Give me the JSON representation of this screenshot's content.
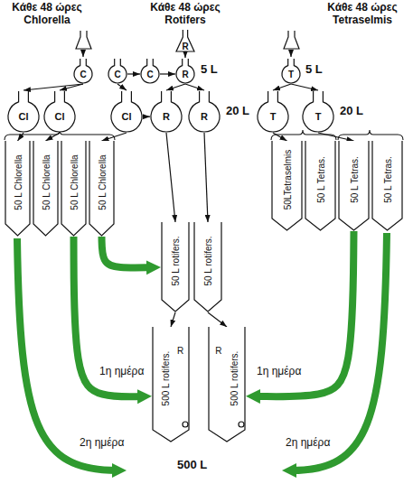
{
  "diagram": {
    "nodes": [
      {
        "text": [
          "R"
        ]
      },
      {
        "text": [
          "C"
        ]
      },
      {
        "text": [
          "C"
        ]
      },
      {
        "text": [
          "C"
        ]
      },
      {
        "text": [
          "R"
        ]
      },
      {
        "text": [
          "T"
        ]
      },
      {
        "text": [
          "Cl"
        ]
      },
      {
        "text": [
          "Cl"
        ]
      },
      {
        "text": [
          "Cl"
        ]
      },
      {
        "text": [
          "R"
        ]
      },
      {
        "text": [
          "R"
        ]
      },
      {
        "text": [
          "T"
        ]
      },
      {
        "text": [
          "T"
        ]
      },
      {
        "text": [
          "50 L Chlorella"
        ]
      },
      {
        "text": [
          "50 L Chlorella"
        ]
      },
      {
        "text": [
          "50 L Chlorella"
        ]
      },
      {
        "text": [
          "50 L Chlorella"
        ]
      },
      {
        "text": [
          "50LTetraselmis"
        ]
      },
      {
        "text": [
          "50 L Tetras."
        ]
      },
      {
        "text": [
          "50 L Tetras."
        ]
      },
      {
        "text": [
          "50 L Tetras."
        ]
      },
      {
        "text": [
          "50 L rotifers."
        ]
      },
      {
        "text": [
          "50 L rotifers."
        ]
      },
      {
        "text": [
          "500 L rotifers.",
          "R"
        ]
      },
      {
        "text": [
          "R",
          "500 L rotifers."
        ]
      }
    ],
    "edges": [
      {
        "from": 0,
        "to": 4,
        "arrow": "to"
      },
      {
        "from": 1,
        "to": 6,
        "arrow": "to"
      },
      {
        "from": 1,
        "to": 7,
        "arrow": "to"
      },
      {
        "from": 2,
        "to": 3,
        "arrow": "to"
      },
      {
        "from": 3,
        "to": 4,
        "arrow": "to"
      },
      {
        "from": 2,
        "to": 8,
        "arrow": "to"
      },
      {
        "from": 8,
        "to": 9,
        "arrow": "to"
      },
      {
        "from": 4,
        "to": 9,
        "arrow": "to"
      },
      {
        "from": 4,
        "to": 10,
        "arrow": "to"
      },
      {
        "from": 5,
        "to": 11,
        "arrow": "to"
      },
      {
        "from": 5,
        "to": 12,
        "arrow": "to"
      },
      {
        "from": 6,
        "to": 13,
        "arrow": "to"
      },
      {
        "from": 7,
        "to": 14,
        "arrow": "to"
      },
      {
        "from": 8,
        "to": 16,
        "arrow": "to"
      },
      {
        "from": 11,
        "to": 17,
        "arrow": "to"
      },
      {
        "from": 12,
        "to": 19,
        "arrow": "to"
      },
      {
        "from": 9,
        "to": 21,
        "arrow": "to"
      },
      {
        "from": 10,
        "to": 22,
        "arrow": "to"
      },
      {
        "from": 21,
        "to": 23,
        "arrow": "to"
      },
      {
        "from": 22,
        "to": 24,
        "arrow": "to"
      },
      {
        "from": 16,
        "to": 21,
        "arrow": "to"
      },
      {
        "from": 15,
        "to": 23,
        "label": "1η ημέρα",
        "arrow": "to"
      },
      {
        "from": 19,
        "to": 24,
        "label": "1η ημέρα",
        "arrow": "to"
      }
    ],
    "labels": [
      "Κάθε 48 ώρες Chlorella",
      "Κάθε 48 ώρες Rotifers",
      "Κάθε 48 ώρες Tetraselmis",
      "5 L",
      "5 L",
      "20 L",
      "20 L",
      "2η ημέρα",
      "2η ημέρα",
      "500 L"
    ]
  }
}
